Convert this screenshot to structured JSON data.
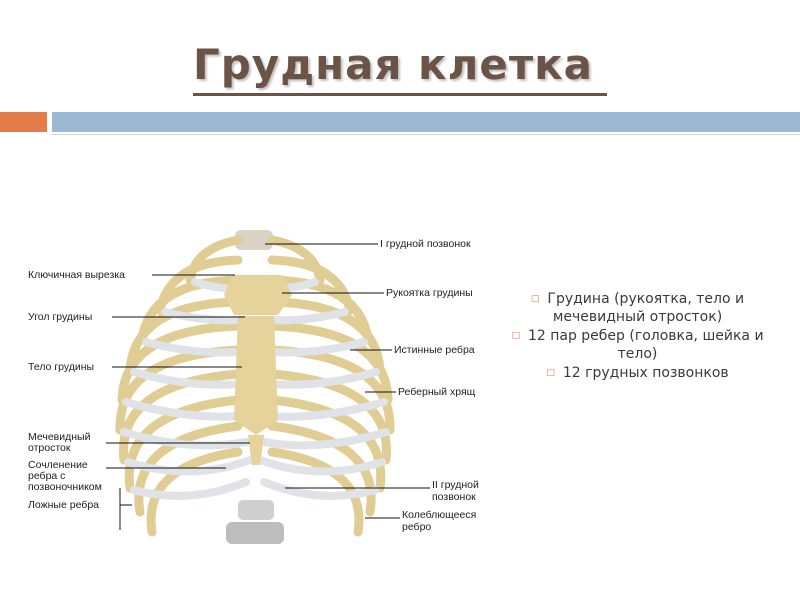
{
  "title": "Грудная клетка",
  "labels": {
    "t1": "I грудной позвонок",
    "clav": "Ключичная вырезка",
    "manub": "Рукоятка грудины",
    "angle": "Угол грудины",
    "true": "Истинные ребра",
    "body": "Тело грудины",
    "cart": "Реберный хрящ",
    "xiph1": "Мечевидный",
    "xiph2": "отросток",
    "joint1": "Сочленение",
    "joint2": "ребра с",
    "joint3": "позвоночником",
    "t2a": "II грудной",
    "t2b": "позвонок",
    "false": "Ложные ребра",
    "float1": "Колеблющееся",
    "float2": "ребро"
  },
  "bullets": [
    "Грудина (рукоятка, тело и мечевидный отросток)",
    "12 пар ребер (головка, шейка и тело)",
    "12 грудных позвонков"
  ],
  "colors": {
    "title": "#6b5445",
    "accent_orange": "#e47c4a",
    "accent_blue": "#9bb8d4",
    "bone": "#e6d39c",
    "cartilage": "#d9dde3"
  }
}
